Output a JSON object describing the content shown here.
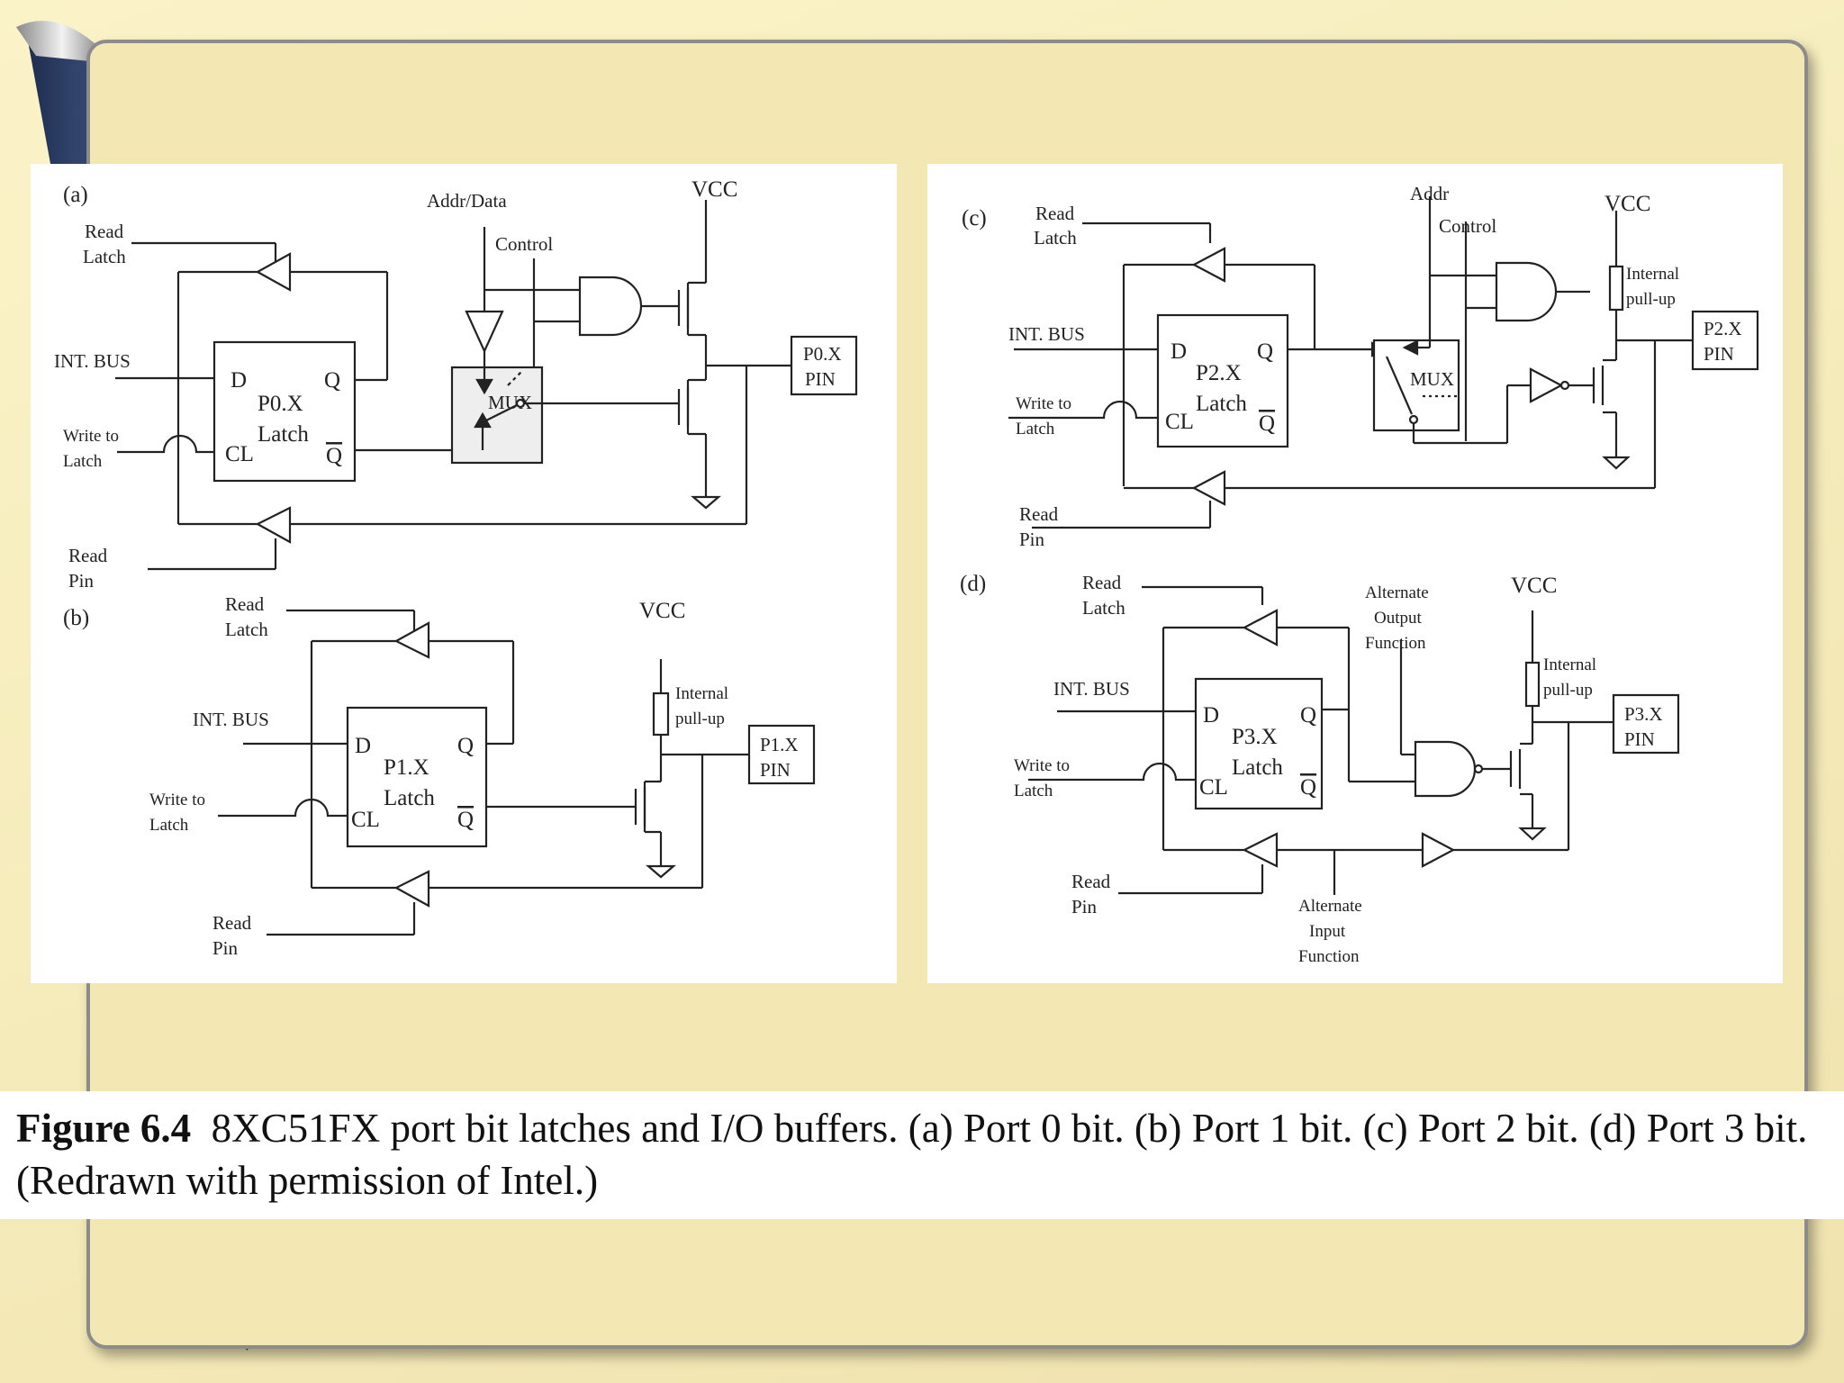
{
  "caption": {
    "figure_label": "Figure 6.4",
    "text": "8XC51FX port bit latches and I/O buffers. (a) Port 0 bit. (b) Port 1 bit. (c) Port 2 bit. (d) Port 3 bit. (Redrawn with permission of Intel.)"
  },
  "panel_a": {
    "label": "(a)",
    "addr_data": "Addr/Data",
    "vcc": "VCC",
    "control": "Control",
    "read_latch_1": "Read",
    "read_latch_2": "Latch",
    "int_bus": "INT. BUS",
    "write_1": "Write to",
    "write_2": "Latch",
    "latch_d": "D",
    "latch_q": "Q",
    "latch_name": "P0.X",
    "latch_word": "Latch",
    "latch_cl": "CL",
    "latch_qbar": "Q",
    "mux": "MUX",
    "pin_1": "P0.X",
    "pin_2": "PIN",
    "read_pin_1": "Read",
    "read_pin_2": "Pin"
  },
  "panel_b": {
    "label": "(b)",
    "vcc": "VCC",
    "internal_1": "Internal",
    "internal_2": "pull-up",
    "read_latch_1": "Read",
    "read_latch_2": "Latch",
    "int_bus": "INT. BUS",
    "write_1": "Write to",
    "write_2": "Latch",
    "latch_d": "D",
    "latch_q": "Q",
    "latch_name": "P1.X",
    "latch_word": "Latch",
    "latch_cl": "CL",
    "latch_qbar": "Q",
    "pin_1": "P1.X",
    "pin_2": "PIN",
    "read_pin_1": "Read",
    "read_pin_2": "Pin"
  },
  "panel_c": {
    "label": "(c)",
    "addr": "Addr",
    "control": "Control",
    "vcc": "VCC",
    "internal_1": "Internal",
    "internal_2": "pull-up",
    "read_latch_1": "Read",
    "read_latch_2": "Latch",
    "int_bus": "INT. BUS",
    "write_1": "Write to",
    "write_2": "Latch",
    "latch_d": "D",
    "latch_q": "Q",
    "latch_name": "P2.X",
    "latch_word": "Latch",
    "latch_cl": "CL",
    "latch_qbar": "Q",
    "mux": "MUX",
    "pin_1": "P2.X",
    "pin_2": "PIN",
    "read_pin_1": "Read",
    "read_pin_2": "Pin"
  },
  "panel_d": {
    "label": "(d)",
    "read_latch_1": "Read",
    "read_latch_2": "Latch",
    "alt_out_1": "Alternate",
    "alt_out_2": "Output",
    "alt_out_3": "Function",
    "vcc": "VCC",
    "internal_1": "Internal",
    "internal_2": "pull-up",
    "int_bus": "INT. BUS",
    "write_1": "Write to",
    "write_2": "Latch",
    "latch_d": "D",
    "latch_q": "Q",
    "latch_name": "P3.X",
    "latch_word": "Latch",
    "latch_cl": "CL",
    "latch_qbar": "Q",
    "pin_1": "P3.X",
    "pin_2": "PIN",
    "read_pin_1": "Read",
    "read_pin_2": "Pin",
    "alt_in_1": "Alternate",
    "alt_in_2": "Input",
    "alt_in_3": "Function"
  }
}
